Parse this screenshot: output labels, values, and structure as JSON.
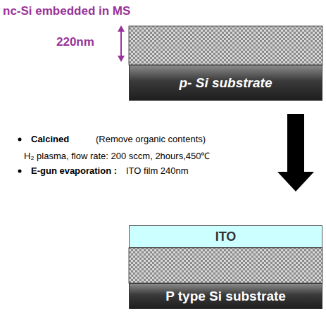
{
  "diagram": {
    "nodes": [
      {
        "text": [
          "p- Si substrate"
        ]
      },
      {
        "text": [
          "ITO"
        ]
      },
      {
        "text": [
          "P type Si substrate"
        ]
      }
    ],
    "labels": [
      "nc-Si embedded in MS",
      "220nm",
      "Calcined",
      "(Remove organic contents)",
      "H₂ plasma, flow rate: 200 sccm, 2hours,450℃",
      "E-gun evaporation :",
      "ITO film 240nm"
    ]
  }
}
